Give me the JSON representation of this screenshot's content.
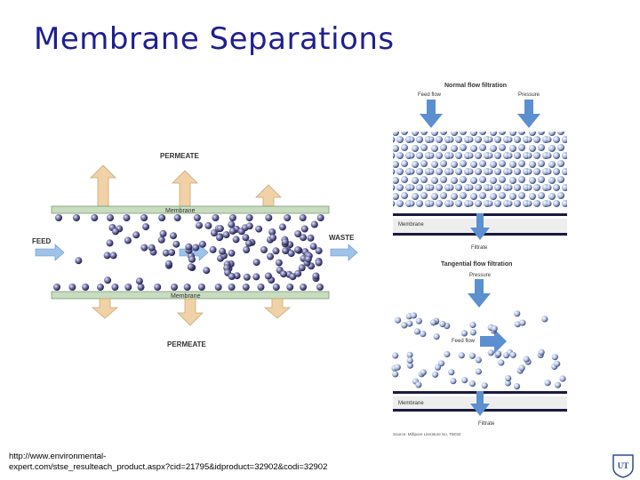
{
  "title": "Membrane Separations",
  "left_diagram": {
    "permeate_top": "PERMEATE",
    "permeate_bottom": "PERMEATE",
    "feed": "FEED",
    "waste": "WASTE",
    "membrane_top": "Membrane",
    "membrane_bottom": "Membrane"
  },
  "right_diagram": {
    "normal_title": "Normal flow filtration",
    "feed_flow": "Feed flow",
    "pressure": "Pressure",
    "membrane": "Membrane",
    "filtrate": "Filtrate",
    "tangential_title": "Tangential flow filtration",
    "pressure2": "Pressure",
    "feed_flow2": "Feed flow",
    "membrane2": "Membrane",
    "filtrate2": "Filtrate",
    "source": "Source: Millipore Literature No. TB032"
  },
  "source_url": {
    "line1": "http://www.environmental-",
    "line2": "expert.com/stse_resulteach_product.aspx?cid=21795&idproduct=32902&codi=32902"
  },
  "logo_text": "UT",
  "colors": {
    "title": "#1f1f8f",
    "membrane": "#c8dcc0",
    "arrow_tan": "#f0d2a6",
    "arrow_blue": "#5b8fd0",
    "particle": "#5a5a8c"
  }
}
